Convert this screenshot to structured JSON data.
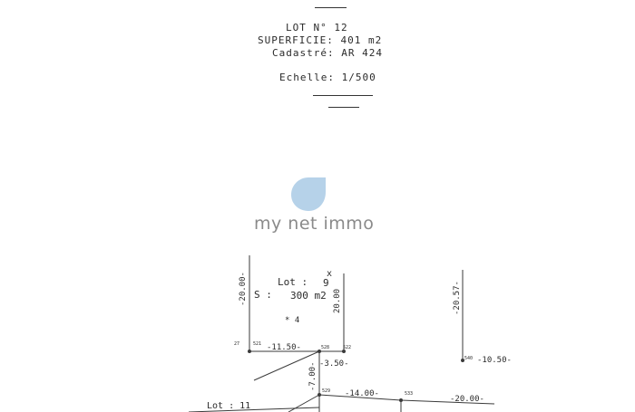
{
  "header": {
    "lot_line": "LOT N° 12",
    "superficie_line": "SUPERFICIE: 401 m2",
    "cadastre_line": "Cadastré: AR 424",
    "echelle_line": "Echelle: 1/500"
  },
  "watermark": {
    "brand": "my net immo"
  },
  "plan": {
    "lot9_title": "Lot :",
    "lot9_number": "9",
    "lot9_surface": "S :",
    "lot9_surface_value": "300 m2",
    "lot9_inner_mark": "* 4",
    "lot11_title": "Lot : 11",
    "cross_mark": "x",
    "dims": {
      "left_vertical": "-20.00-",
      "right_vertical": "20.00",
      "far_vertical": "-20.57-",
      "bottom_1150": "-11.50-",
      "bottom_350": "-3.50-",
      "bottom_700": "-7.00-",
      "bottom_1400": "-14.00-",
      "bottom_2000": "-20.00-",
      "right_1050": "-10.50-"
    },
    "points": {
      "p27": "27",
      "p521": "521",
      "p528": "528",
      "p522": "522",
      "p529": "529",
      "p533": "533",
      "p540": "540"
    }
  }
}
